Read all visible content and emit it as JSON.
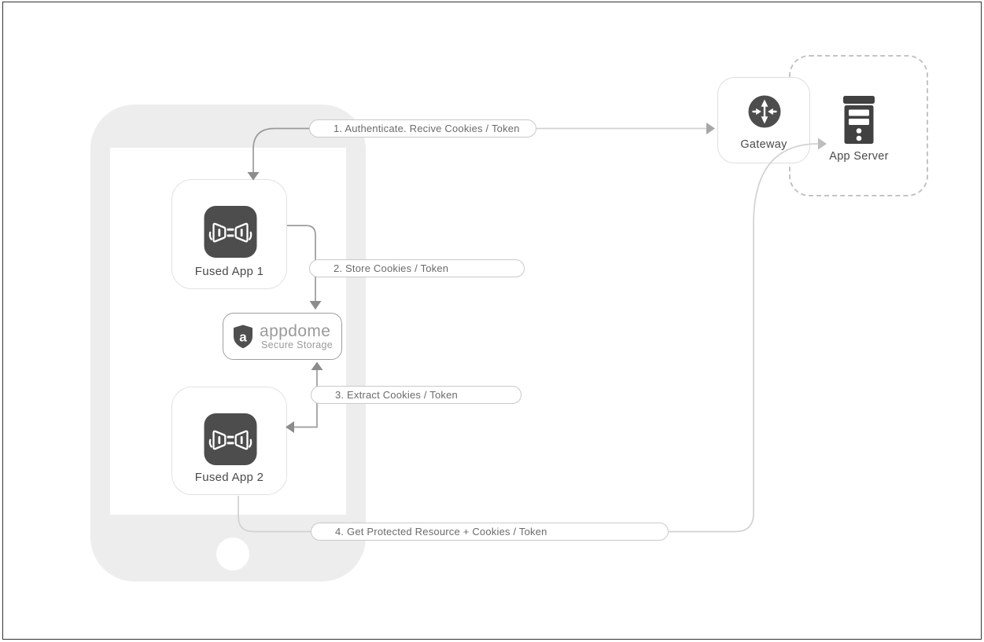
{
  "diagram": {
    "title_hint": "Appdome secure storage cookie / token flow",
    "phone": {
      "name": "mobile-device"
    },
    "nodes": {
      "fused_app_1": {
        "label": "Fused App 1",
        "icon": "plug-connection-icon"
      },
      "fused_app_2": {
        "label": "Fused App 2",
        "icon": "plug-connection-icon"
      },
      "secure_storage": {
        "brand": "appdome",
        "label": "Secure Storage",
        "shield_letter": "a",
        "icon": "appdome-shield-icon"
      },
      "gateway": {
        "label": "Gateway",
        "icon": "gateway-arrows-icon"
      },
      "app_server": {
        "label": "App Server",
        "icon": "server-icon"
      }
    },
    "flows": [
      {
        "step": "1",
        "label": "1. Authenticate. Recive Cookies / Token"
      },
      {
        "step": "2",
        "label": "2. Store Cookies / Token"
      },
      {
        "step": "3",
        "label": "3. Extract Cookies / Token"
      },
      {
        "step": "4",
        "label": "4. Get Protected Resource  + Cookies / Token"
      }
    ],
    "colors": {
      "phone_body": "#ededed",
      "icon_dark": "#4d4d4d",
      "server_dark": "#414141",
      "line_dark": "#9b9b9b",
      "line_light": "#d2d2d2",
      "box_border": "#e2e2e2",
      "storage_border": "#9e9e9e",
      "pill_border": "#c9c9c9",
      "dashed_border": "#c4c4c4",
      "label_text": "#4a4a4a",
      "muted_text": "#9a9a9a",
      "pill_text": "#6b6b6b"
    }
  }
}
